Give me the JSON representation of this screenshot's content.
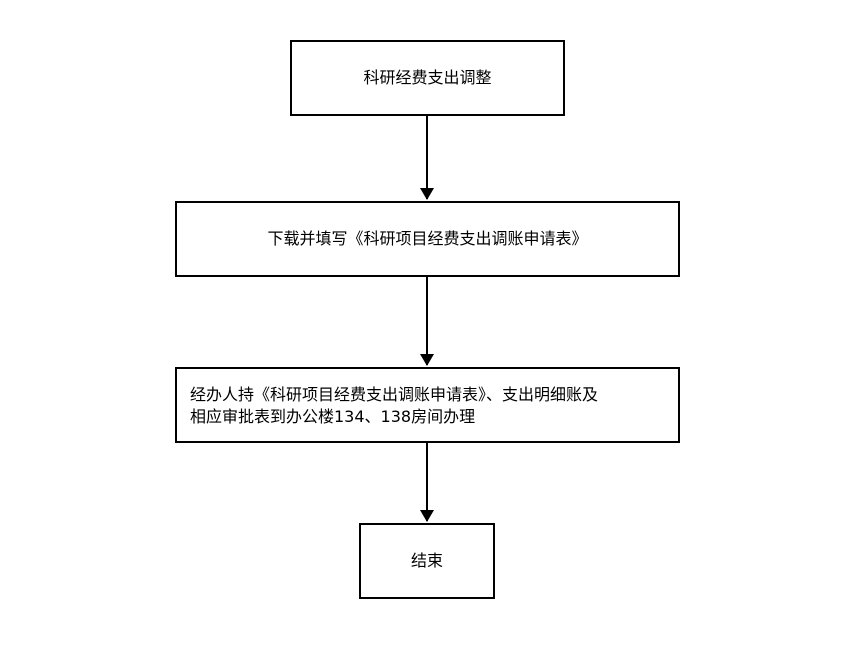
{
  "flowchart": {
    "steps": [
      {
        "id": "start",
        "text": "科研经费支出调整"
      },
      {
        "id": "download",
        "text": "下载并填写《科研项目经费支出调账申请表》"
      },
      {
        "id": "submit",
        "line1": "经办人持《科研项目经费支出调账申请表》、支出明细账及",
        "line2": "相应审批表到办公楼134、138房间办理"
      },
      {
        "id": "end",
        "text": "结束"
      }
    ]
  }
}
